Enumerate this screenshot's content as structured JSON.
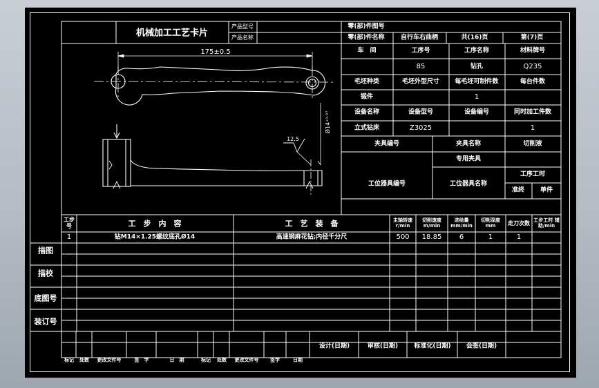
{
  "title": "机械加工工艺卡片",
  "header": {
    "product_model_label": "产品型号",
    "product_name_label": "产品名称",
    "part_drawing_no_label": "零(部)件图号",
    "part_name_label": "零(部)件名称",
    "part_name_value": "自行车右曲柄",
    "total_pages": "共(16)页",
    "page_no": "第(7)页"
  },
  "info": {
    "workshop_label": "车　间",
    "process_no_label": "工序号",
    "process_name_label": "工序名称",
    "material_label": "材料牌号",
    "process_no_value": "85",
    "process_name_value": "钻孔",
    "material_value": "Q235",
    "blank_type_label": "毛坯种类",
    "blank_size_label": "毛坯外型尺寸",
    "pieces_per_blank_label": "每毛坯可制件数",
    "pieces_per_unit_label": "每台件数",
    "blank_type_value": "锻件",
    "pieces_per_blank_value": "1",
    "equip_name_label": "设备名称",
    "equip_model_label": "设备型号",
    "equip_no_label": "设备编号",
    "simul_parts_label": "同时加工件数",
    "equip_name_value": "立式钻床",
    "equip_model_value": "Z3025",
    "simul_parts_value": "1",
    "fixture_no_label": "夹具编号",
    "fixture_name_label": "夹具名称",
    "coolant_label": "切削液",
    "fixture_name_value": "专用夹具",
    "station_tool_no_label": "工位器具编号",
    "station_tool_name_label": "工位器具名称",
    "process_time_label": "工序工时",
    "setup_time_label": "准终",
    "unit_time_label": "单件"
  },
  "drawing": {
    "dim_length": "175±0.5",
    "dim_diameter": "Ø14⁺⁰·⁰⁷",
    "roughness": "12.5"
  },
  "steps": {
    "headers": {
      "step_no": "工步号",
      "content": "工　步　内　容",
      "equipment": "工　艺　装　备",
      "spindle_speed": "主轴转速 r/min",
      "cutting_speed": "切削速度 m/min",
      "feed": "进给量 mm/min",
      "depth": "切削深度 mm",
      "passes": "走刀次数",
      "step_time": "工步工时 辅助/min"
    },
    "rows": [
      {
        "no": "1",
        "content": "钻M14×1.25螺纹底孔Ø14",
        "equipment": "高速钢麻花钻;内径千分尺",
        "spindle_speed": "500",
        "cutting_speed": "18.85",
        "feed": "6",
        "depth": "1",
        "passes": "1"
      }
    ]
  },
  "side_labels": {
    "trace": "描图",
    "trace_check": "描校",
    "base_drawing_no": "底图号",
    "binding_no": "装订号"
  },
  "signoff": {
    "design": "设计(日期)",
    "review": "审核(日期)",
    "standardize": "标准化(日期)",
    "countersign": "会签(日期)",
    "mark": "标记",
    "count": "处数",
    "change_doc_no": "更改文件号",
    "signature": "签　字",
    "date": "日　期",
    "mark2": "标记",
    "count2": "处数",
    "change_doc_no2": "更改文件号",
    "signature2": "签字",
    "date2": "日期"
  }
}
